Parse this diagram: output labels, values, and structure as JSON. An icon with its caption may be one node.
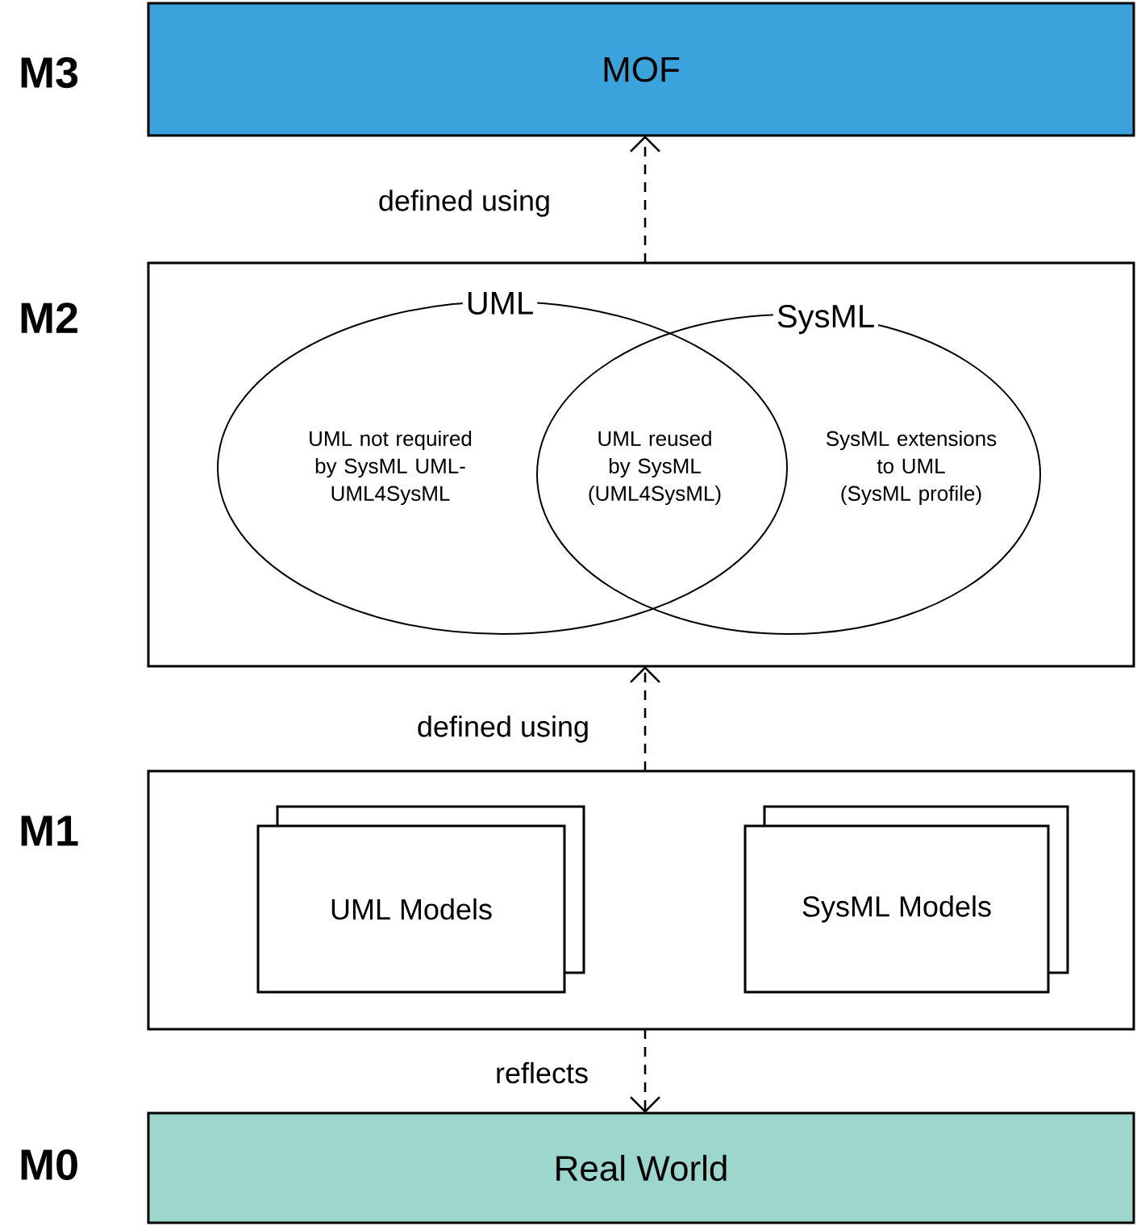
{
  "diagram": {
    "nodes": [
      {
        "text": [
          "MOF"
        ],
        "beside": [
          "M3"
        ]
      },
      {
        "text": [],
        "shape": "box",
        "beside": [
          "M2"
        ]
      },
      {
        "text": [
          "UML",
          "UML not required by SysML UML-UML4SysML"
        ],
        "in": 1
      },
      {
        "text": [
          "SysML",
          "SysML extensions to UML (SysML profile)"
        ],
        "in": 1
      },
      {
        "text": [],
        "shape": "box",
        "beside": [
          "M1"
        ]
      },
      {
        "text": [
          "UML Models"
        ],
        "in": 4
      },
      {
        "text": [
          "SysML Models"
        ],
        "in": 4
      },
      {
        "text": [
          "Real World"
        ],
        "beside": [
          "M0"
        ]
      }
    ],
    "edges": [
      {
        "from": 1,
        "to": 0,
        "arrow": "to",
        "label": "defined using",
        "style": "dashed"
      },
      {
        "from": 4,
        "to": 1,
        "arrow": "to",
        "label": "defined using",
        "style": "dashed"
      },
      {
        "from": 4,
        "to": 7,
        "arrow": "to",
        "label": "reflects",
        "style": "dashed"
      }
    ],
    "labels": [
      "UML reused by SysML (UML4SysML)"
    ]
  }
}
